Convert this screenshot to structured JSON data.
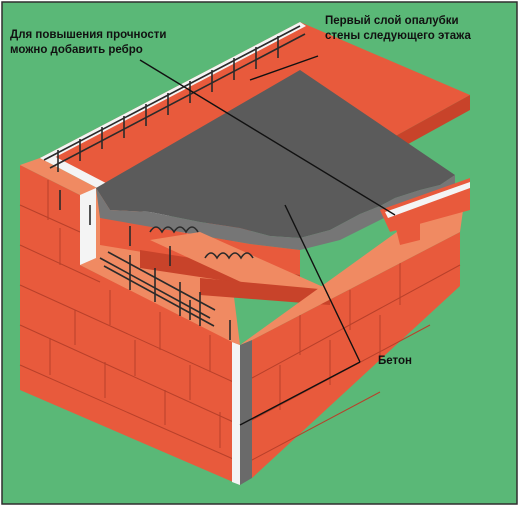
{
  "labels": {
    "rib_line1": "Для повышения прочности",
    "rib_line2": "можно добавить ребро",
    "formwork_line1": "Первый слой опалубки",
    "formwork_line2": "стены следующего этажа",
    "concrete": "Бетон"
  },
  "colors": {
    "background": "#5ab877",
    "brick": "#e85a3c",
    "brick_light": "#f08a62",
    "brick_dark": "#c8432a",
    "insulation": "#f4f4f4",
    "concrete": "#5b5b5b",
    "concrete_light": "#767676",
    "rebar": "#2a2a2a"
  }
}
